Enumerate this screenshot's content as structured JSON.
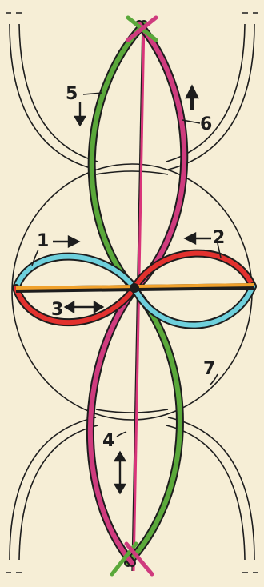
{
  "colors": {
    "background": "#f6eed6",
    "ink": "#1d1d1d",
    "green": "#5aa83a",
    "pink": "#cf3b7e",
    "cyan": "#6ed0dc",
    "red": "#e2312e",
    "orange": "#f0a12c",
    "magenta_axis": "#d9347a"
  },
  "labels": {
    "l1": "1",
    "l2": "2",
    "l3": "3",
    "l4": "4",
    "l5": "5",
    "l6": "6",
    "l7": "7"
  }
}
